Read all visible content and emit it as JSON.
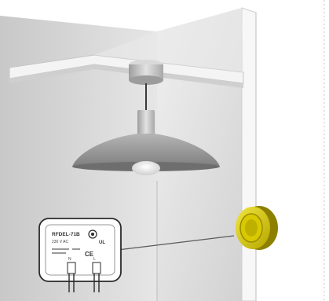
{
  "colors": {
    "wall": "#d9d9d9",
    "wall_light": "#ececec",
    "lamp_shade": "#9a9a9a",
    "junction_box": "#e3d100",
    "module_body": "#ffffff",
    "connector_line": "#5a5a5a"
  },
  "module": {
    "model": "RFDEL-71B",
    "spec_line": "230 V AC",
    "mark_ce": "CE",
    "mark_ul": "UL",
    "terminals": [
      "N",
      "L"
    ]
  }
}
